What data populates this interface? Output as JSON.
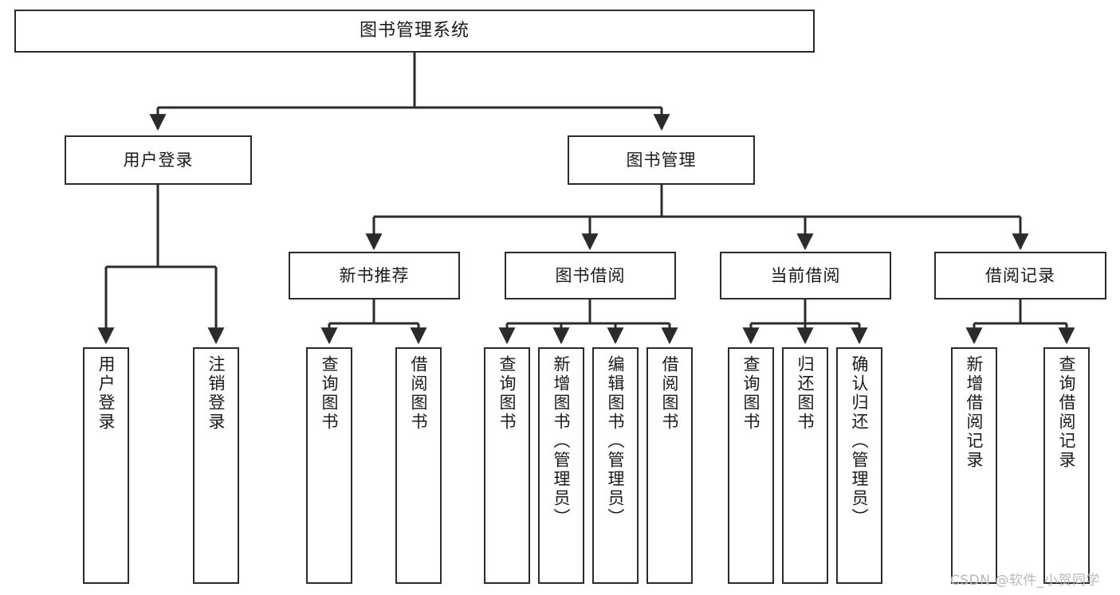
{
  "diagram": {
    "type": "tree",
    "title": "图书管理系统",
    "orientation": "top-down",
    "colors": {
      "box_border": "#2b2b2b",
      "box_fill": "#ffffff",
      "edge": "#2b2b2b",
      "text": "#1a1a1a",
      "watermark": "#b9b9b9",
      "background": "#ffffff"
    }
  },
  "root": {
    "label": "图书管理系统"
  },
  "level2": [
    {
      "label": "用户登录"
    },
    {
      "label": "图书管理"
    }
  ],
  "level3": [
    {
      "label": "新书推荐"
    },
    {
      "label": "图书借阅"
    },
    {
      "label": "当前借阅"
    },
    {
      "label": "借阅记录"
    }
  ],
  "leaves": {
    "user_login": [
      {
        "label": "用户登录"
      },
      {
        "label": "注销登录"
      }
    ],
    "new_book": [
      {
        "label": "查询图书"
      },
      {
        "label": "借阅图书"
      }
    ],
    "book_borrow": [
      {
        "label": "查询图书"
      },
      {
        "label": "新增图书（管理员）"
      },
      {
        "label": "编辑图书（管理员）"
      },
      {
        "label": "借阅图书"
      }
    ],
    "current_borrow": [
      {
        "label": "查询图书"
      },
      {
        "label": "归还图书"
      },
      {
        "label": "确认归还（管理员）"
      }
    ],
    "borrow_record": [
      {
        "label": "新增借阅记录"
      },
      {
        "label": "查询借阅记录"
      }
    ]
  },
  "watermark": {
    "text": "CSDN @软件_小贺同学"
  }
}
